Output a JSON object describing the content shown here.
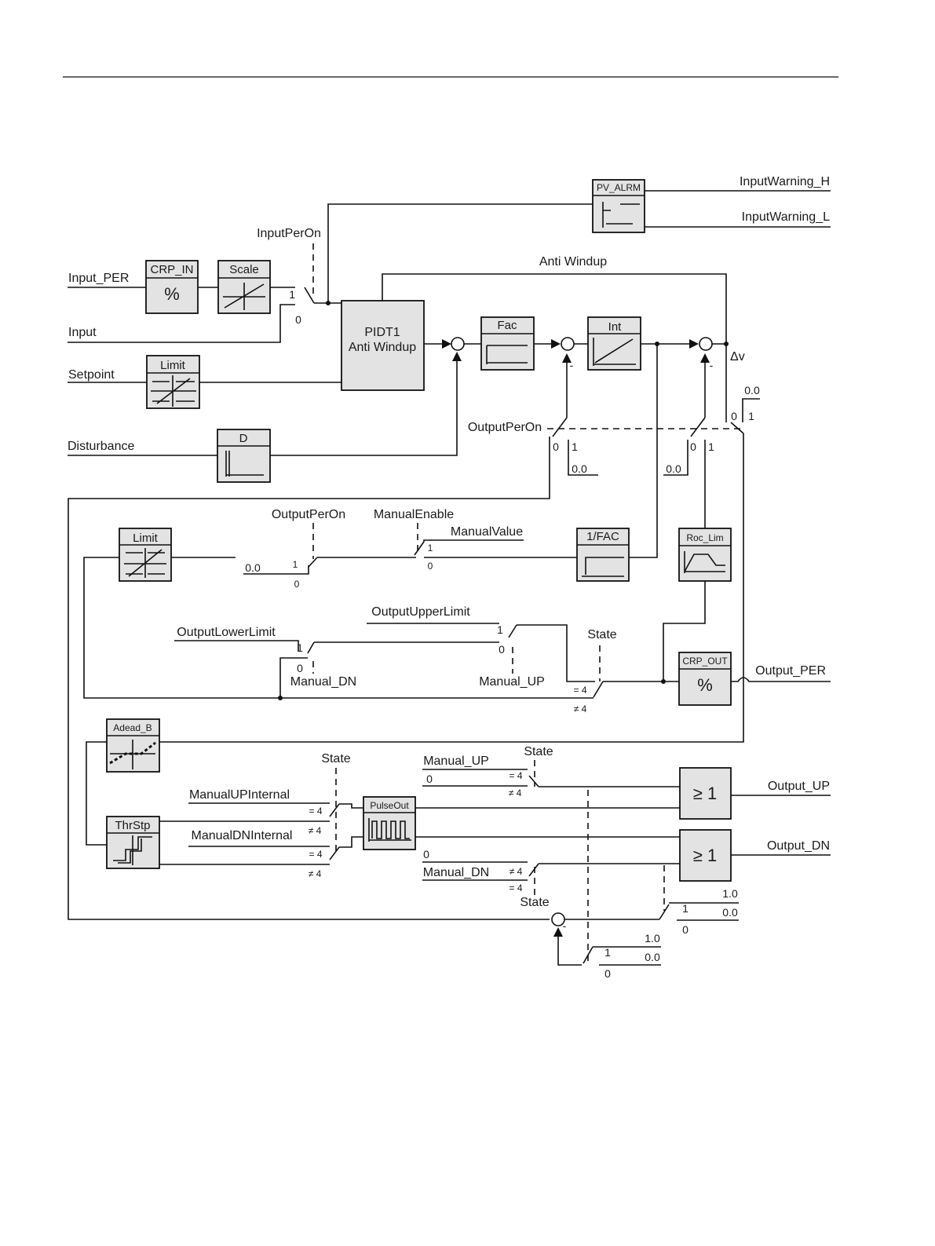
{
  "inputs": {
    "input_per": "Input_PER",
    "input": "Input",
    "setpoint": "Setpoint",
    "disturbance": "Disturbance"
  },
  "outputs": {
    "input_warning_h": "InputWarning_H",
    "input_warning_l": "InputWarning_L",
    "output_per": "Output_PER",
    "output_up": "Output_UP",
    "output_dn": "Output_DN"
  },
  "blocks": {
    "pv_alrm": "PV_ALRM",
    "crp_in": "CRP_IN",
    "crp_in_symbol": "%",
    "scale": "Scale",
    "limit_setpoint": "Limit",
    "pidt1_line1": "PIDT1",
    "pidt1_line2": "Anti Windup",
    "d": "D",
    "fac": "Fac",
    "int": "Int",
    "limit_output": "Limit",
    "inv_fac": "1/FAC",
    "roc_lim": "Roc_Lim",
    "crp_out": "CRP_OUT",
    "crp_out_symbol": "%",
    "adead_b": "Adead_B",
    "thrstp": "ThrStp",
    "pulseout": "PulseOut",
    "or_up": "≥ 1",
    "or_dn": "≥ 1"
  },
  "signals": {
    "input_per_on": "InputPerOn",
    "anti_windup": "Anti Windup",
    "delta_v": "Δv",
    "output_per_on_1": "OutputPerOn",
    "output_per_on_2": "OutputPerOn",
    "manual_enable": "ManualEnable",
    "manual_value": "ManualValue",
    "output_lower_limit": "OutputLowerLimit",
    "output_upper_limit": "OutputUpperLimit",
    "manual_dn_1": "Manual_DN",
    "manual_up_1": "Manual_UP",
    "manual_up_internal": "ManualUPInternal",
    "manual_dn_internal": "ManualDNInternal",
    "manual_up_2": "Manual_UP",
    "manual_dn_2": "Manual_DN",
    "state_1": "State",
    "state_2": "State",
    "state_3": "State",
    "state_4": "State"
  },
  "switch_labels": {
    "one": "1",
    "zero": "0",
    "zero_point_zero": "0.0",
    "one_point_zero": "1.0",
    "eq4": "= 4",
    "ne4": "≠ 4",
    "minus": "-"
  }
}
